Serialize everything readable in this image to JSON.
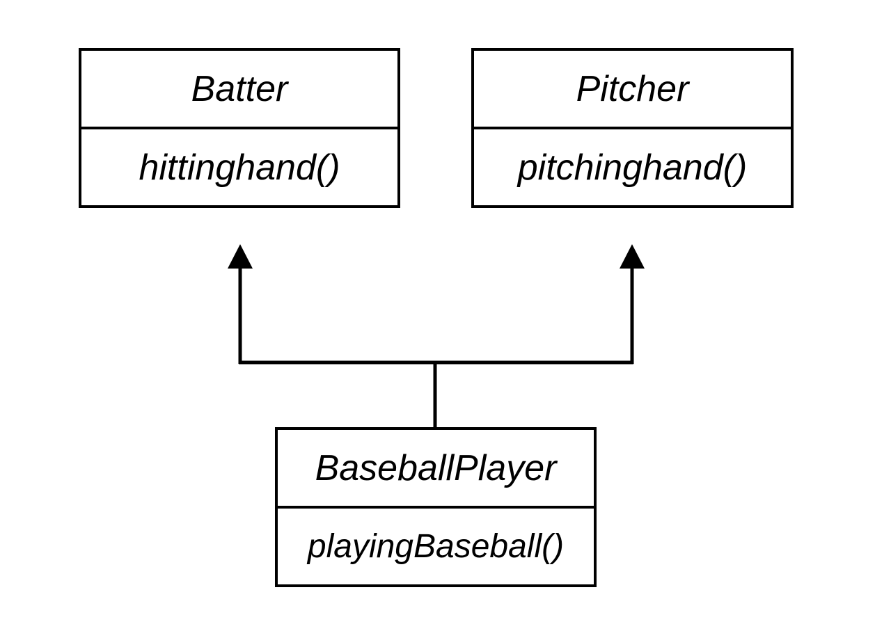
{
  "diagram": {
    "classes": {
      "batter": {
        "name": "Batter",
        "method": "hittinghand()"
      },
      "pitcher": {
        "name": "Pitcher",
        "method": "pitchinghand()"
      },
      "player": {
        "name": "BaseballPlayer",
        "method": "playingBaseball()"
      }
    },
    "relationships": [
      {
        "type": "generalization",
        "from": "BaseballPlayer",
        "to": "Batter"
      },
      {
        "type": "generalization",
        "from": "BaseballPlayer",
        "to": "Pitcher"
      }
    ],
    "colors": {
      "stroke": "#000000",
      "background": "#ffffff"
    }
  }
}
